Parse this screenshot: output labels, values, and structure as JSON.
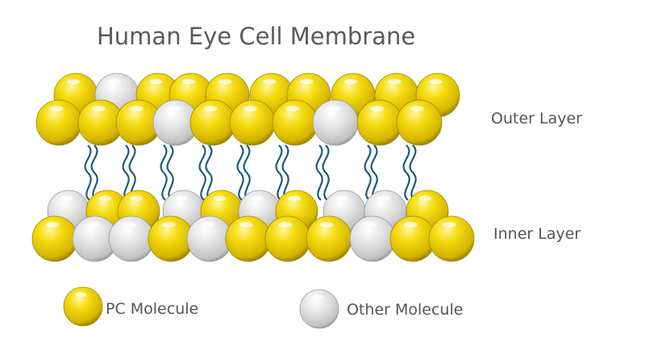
{
  "title": "Human Eye Cell Membrane",
  "labels": {
    "outer_layer": "Outer Layer",
    "inner_layer": "Inner Layer"
  },
  "legend": {
    "pc": "PC Molecule",
    "other": "Other Molecule"
  },
  "colors": {
    "pc": "#f2d400",
    "pc_dark": "#a08a00",
    "other": "#e8e8e8",
    "other_dark": "#9a9a9a",
    "tail": "#1b5a7a",
    "text": "#555555"
  },
  "membrane": {
    "outer_back": [
      "pc",
      "other",
      "pc",
      "pc",
      "pc",
      "pc",
      "pc",
      "pc",
      "pc",
      "pc"
    ],
    "outer_front": [
      "pc",
      "pc",
      "pc",
      "other",
      "pc",
      "pc",
      "pc",
      "other",
      "pc",
      "pc"
    ],
    "inner_back": [
      "other",
      "pc",
      "pc",
      "other",
      "pc",
      "other",
      "pc",
      "other",
      "other",
      "pc"
    ],
    "inner_front": [
      "pc",
      "other",
      "other",
      "pc",
      "other",
      "pc",
      "pc",
      "pc",
      "other",
      "pc",
      "pc"
    ],
    "tail_count": 9
  }
}
